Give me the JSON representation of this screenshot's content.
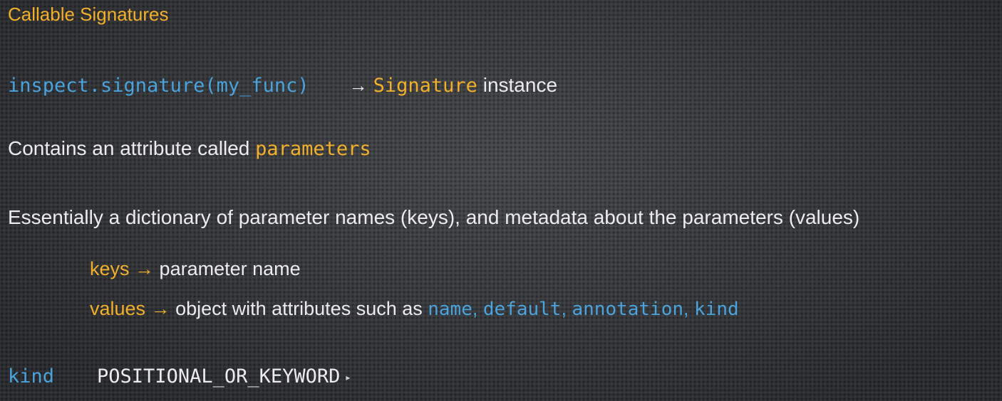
{
  "slide": {
    "title": "Callable Signatures",
    "signature_line": {
      "code": "inspect.signature(my_func)",
      "arrow": "→",
      "type_name": "Signature",
      "suffix": " instance"
    },
    "contains_line": {
      "text": "Contains an attribute called ",
      "code": "parameters"
    },
    "essentially_line": "Essentially a dictionary of parameter names (keys), and metadata about the parameters (values)",
    "keys_line": {
      "label": "keys",
      "arrow": "→",
      "text": " parameter name"
    },
    "values_line": {
      "label": "values",
      "arrow": "→",
      "text": " object with attributes such as ",
      "attributes": [
        "name",
        "default",
        "annotation",
        "kind"
      ],
      "separator": ", "
    },
    "kind_line": {
      "label": "kind",
      "value": "POSITIONAL_OR_KEYWORD",
      "marker": "▸"
    }
  },
  "colors": {
    "background": "#3a3c40",
    "accent_yellow": "#f2b02a",
    "accent_blue": "#4aa3dc",
    "text": "#ececec"
  }
}
